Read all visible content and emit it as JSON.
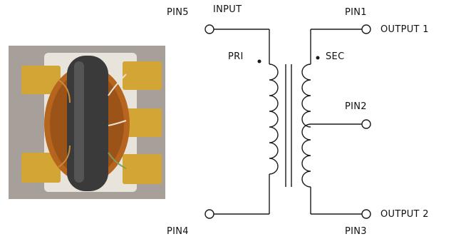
{
  "labels": {
    "pin5": "PIN5",
    "input": "INPUT",
    "pin1": "PIN1",
    "output1": "OUTPUT 1",
    "pri": "PRI",
    "sec": "SEC",
    "pin2": "PIN2",
    "pin4": "PIN4",
    "output2": "OUTPUT 2",
    "pin3": "PIN3"
  },
  "colors": {
    "line": "#1a1a1a",
    "photo_background": "#a7a09a",
    "pad_gold": "#d3a534",
    "core": "#3a3a3a",
    "copper_wire": "#b5651d"
  }
}
